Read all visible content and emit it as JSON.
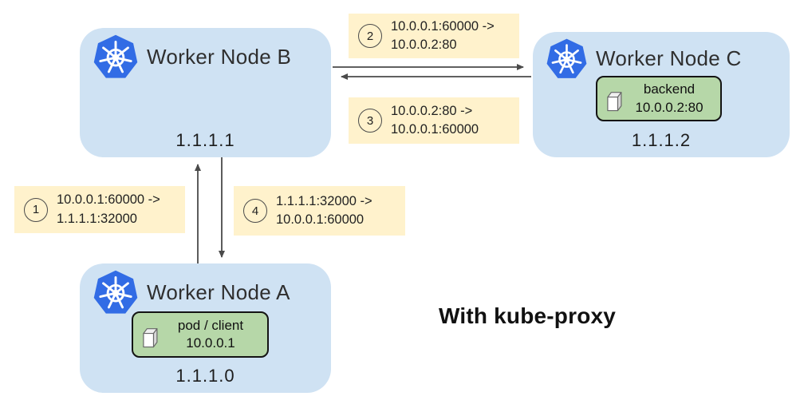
{
  "caption": "With kube-proxy",
  "colors": {
    "node_fill": "#cfe2f3",
    "pod_fill": "#b6d7a8",
    "step_fill": "#fff2cc",
    "kubernetes_blue": "#326ce5",
    "arrow": "#4a4a4a",
    "text": "#222222"
  },
  "nodes": [
    {
      "name": "Worker Node B",
      "ip": "1.1.1.1"
    },
    {
      "name": "Worker Node C",
      "ip": "1.1.1.2",
      "pod": {
        "name": "backend",
        "address": "10.0.0.2:80"
      }
    },
    {
      "name": "Worker Node A",
      "ip": "1.1.1.0",
      "pod": {
        "name": "pod / client",
        "address": "10.0.0.1"
      }
    }
  ],
  "steps": [
    {
      "number": "1",
      "line1": "10.0.0.1:60000 ->",
      "line2": "1.1.1.1:32000"
    },
    {
      "number": "2",
      "line1": "10.0.0.1:60000 ->",
      "line2": "10.0.0.2:80"
    },
    {
      "number": "3",
      "line1": "10.0.0.2:80 ->",
      "line2": "10.0.0.1:60000"
    },
    {
      "number": "4",
      "line1": "1.1.1.1:32000 ->",
      "line2": "10.0.0.1:60000"
    }
  ],
  "arrows": [
    {
      "name": "node-b-to-node-c"
    },
    {
      "name": "node-c-to-node-b"
    },
    {
      "name": "node-a-to-node-b"
    },
    {
      "name": "node-b-to-node-a"
    }
  ]
}
